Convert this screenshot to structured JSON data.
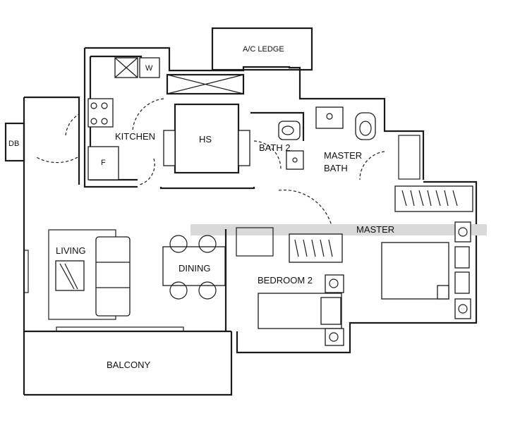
{
  "rooms": {
    "ac_ledge": "A/C LEDGE",
    "db": "DB",
    "w": "W",
    "kitchen": "KITCHEN",
    "f": "F",
    "hs": "HS",
    "bath2": "BATH 2",
    "master_bath_line1": "MASTER",
    "master_bath_line2": "BATH",
    "master": "MASTER",
    "living": "LIVING",
    "dining": "DINING",
    "bedroom2": "BEDROOM 2",
    "balcony": "BALCONY"
  }
}
